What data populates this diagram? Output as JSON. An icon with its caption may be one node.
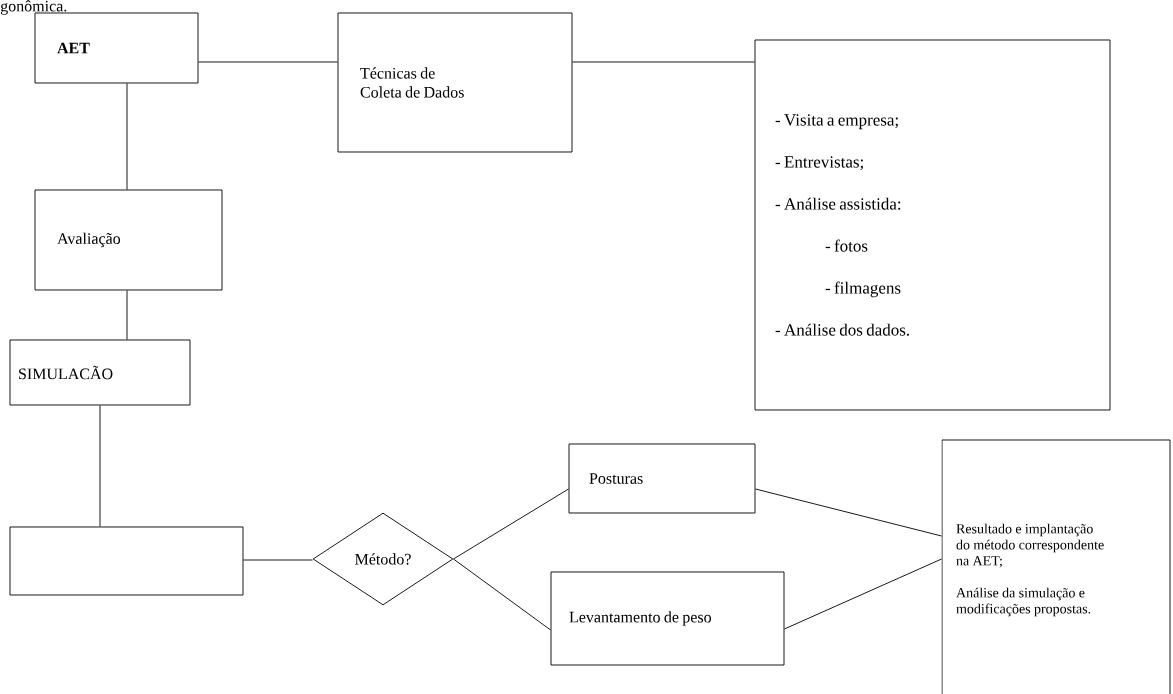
{
  "diagram": {
    "nodes": [
      {
        "text": [
          "AET"
        ]
      },
      {
        "text": [
          "Técnicas de Coleta de Dados"
        ]
      },
      {
        "text": [
          "- Visita a empresa;",
          "- Entrevistas;",
          "- Análise assistida:",
          "- fotos",
          "- filmagens",
          "- Análise dos dados."
        ]
      },
      {
        "text": [
          "Avaliação"
        ]
      },
      {
        "text": [
          "SIMULACÃO"
        ]
      },
      {
        "text": [],
        "shape": "box"
      },
      {
        "text": [
          "Método?"
        ]
      },
      {
        "text": [
          "Posturas"
        ]
      },
      {
        "text": [
          "Levantamento de peso"
        ]
      },
      {
        "text": [
          "Resultado e implantação do método correspondente na AET;",
          "Análise da simulação e modificações propostas."
        ]
      }
    ],
    "edges": [
      {
        "from": 0,
        "to": 1,
        "arrow": "none"
      },
      {
        "from": 1,
        "to": 2,
        "arrow": "none"
      },
      {
        "from": 0,
        "to": 3,
        "arrow": "none"
      },
      {
        "from": 3,
        "to": 4,
        "arrow": "none"
      },
      {
        "from": 4,
        "to": 5,
        "arrow": "none"
      },
      {
        "from": 5,
        "to": 6,
        "arrow": "none"
      },
      {
        "from": 6,
        "to": 7,
        "arrow": "none"
      },
      {
        "from": 6,
        "to": 8,
        "arrow": "none"
      },
      {
        "from": 7,
        "to": 9,
        "arrow": "none"
      },
      {
        "from": 8,
        "to": 9,
        "arrow": "none"
      }
    ],
    "labels": [
      "gonômica."
    ]
  }
}
